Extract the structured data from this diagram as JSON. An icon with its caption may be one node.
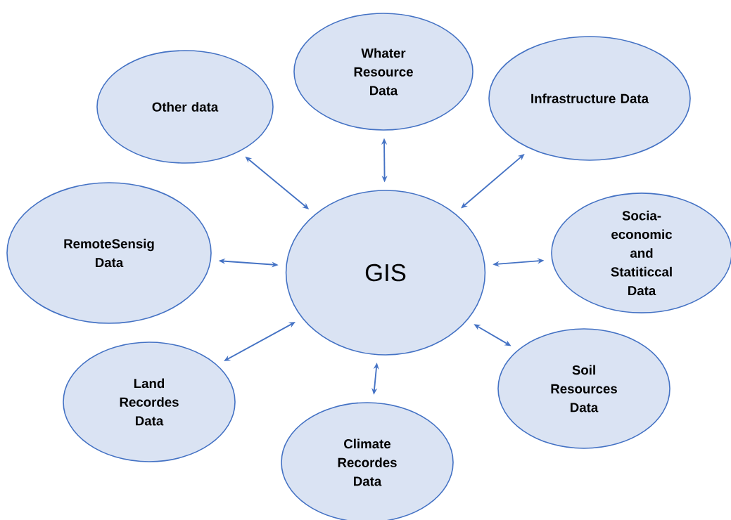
{
  "diagram": {
    "nodes": [
      {
        "text": [
          "GIS"
        ]
      },
      {
        "text": [
          "Whater Resource Data"
        ]
      },
      {
        "text": [
          "Infrastructure Data"
        ]
      },
      {
        "text": [
          "Other data"
        ]
      },
      {
        "text": [
          "RemoteSensig Data"
        ]
      },
      {
        "text": [
          "Socia- economic and Statiticcal Data"
        ]
      },
      {
        "text": [
          "Soil Resources Data"
        ]
      },
      {
        "text": [
          "Land Recordes Data"
        ]
      },
      {
        "text": [
          "Climate Recordes Data"
        ]
      }
    ],
    "edges": [
      {
        "from": 0,
        "to": 1,
        "arrow": "both"
      },
      {
        "from": 0,
        "to": 2,
        "arrow": "both"
      },
      {
        "from": 0,
        "to": 3,
        "arrow": "both"
      },
      {
        "from": 0,
        "to": 4,
        "arrow": "both"
      },
      {
        "from": 0,
        "to": 5,
        "arrow": "both"
      },
      {
        "from": 0,
        "to": 6,
        "arrow": "both"
      },
      {
        "from": 0,
        "to": 7,
        "arrow": "both"
      },
      {
        "from": 0,
        "to": 8,
        "arrow": "both"
      }
    ]
  }
}
